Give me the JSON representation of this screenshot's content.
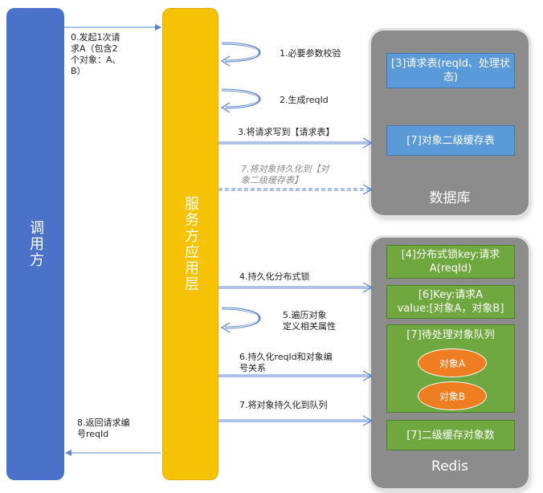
{
  "caller": {
    "label": "调用方"
  },
  "service": {
    "label": "服务方应用层"
  },
  "database": {
    "title": "数据库",
    "boxes": [
      "[3]请求表(reqId、处理状态)",
      "[7]对象二级缓存表"
    ]
  },
  "redis": {
    "title": "Redis",
    "box_lock": "[4]分布式锁key:请求A(reqId)",
    "box_kv_line1": "[6]Key:请求A",
    "box_kv_line2": "value:[对象A，对象B]",
    "box_queue": "[7]待处理对象队列",
    "queue_items": [
      "对象A",
      "对象B"
    ],
    "box_count": "[7]二级缓存对象数"
  },
  "steps": {
    "s0": [
      "0.发起1次请",
      "求A（包含2",
      "个对象：A、",
      "B）"
    ],
    "s1": "1.必要参数校验",
    "s2": "2.生成reqId",
    "s3": "3.将请求写到【请求表】",
    "s7a": [
      "7.将对象持久化到【对",
      "象二级缓存表】"
    ],
    "s4": "4.持久化分布式锁",
    "s5": [
      "5.遍历对象",
      "定义相关属性"
    ],
    "s6": [
      "6.持久化reqId和对象编",
      "号关系"
    ],
    "s7b": "7.将对象持久化到队列",
    "s8": [
      "8.返回请求编",
      "号reqId"
    ]
  },
  "colors": {
    "caller": "#4a72c8",
    "service": "#f6c304",
    "store": "#8c8c8c",
    "box_blue": "#5a9ad8",
    "box_green": "#6fa83f",
    "ellipse": "#ef7d22",
    "arrow": "#5b86c9"
  }
}
